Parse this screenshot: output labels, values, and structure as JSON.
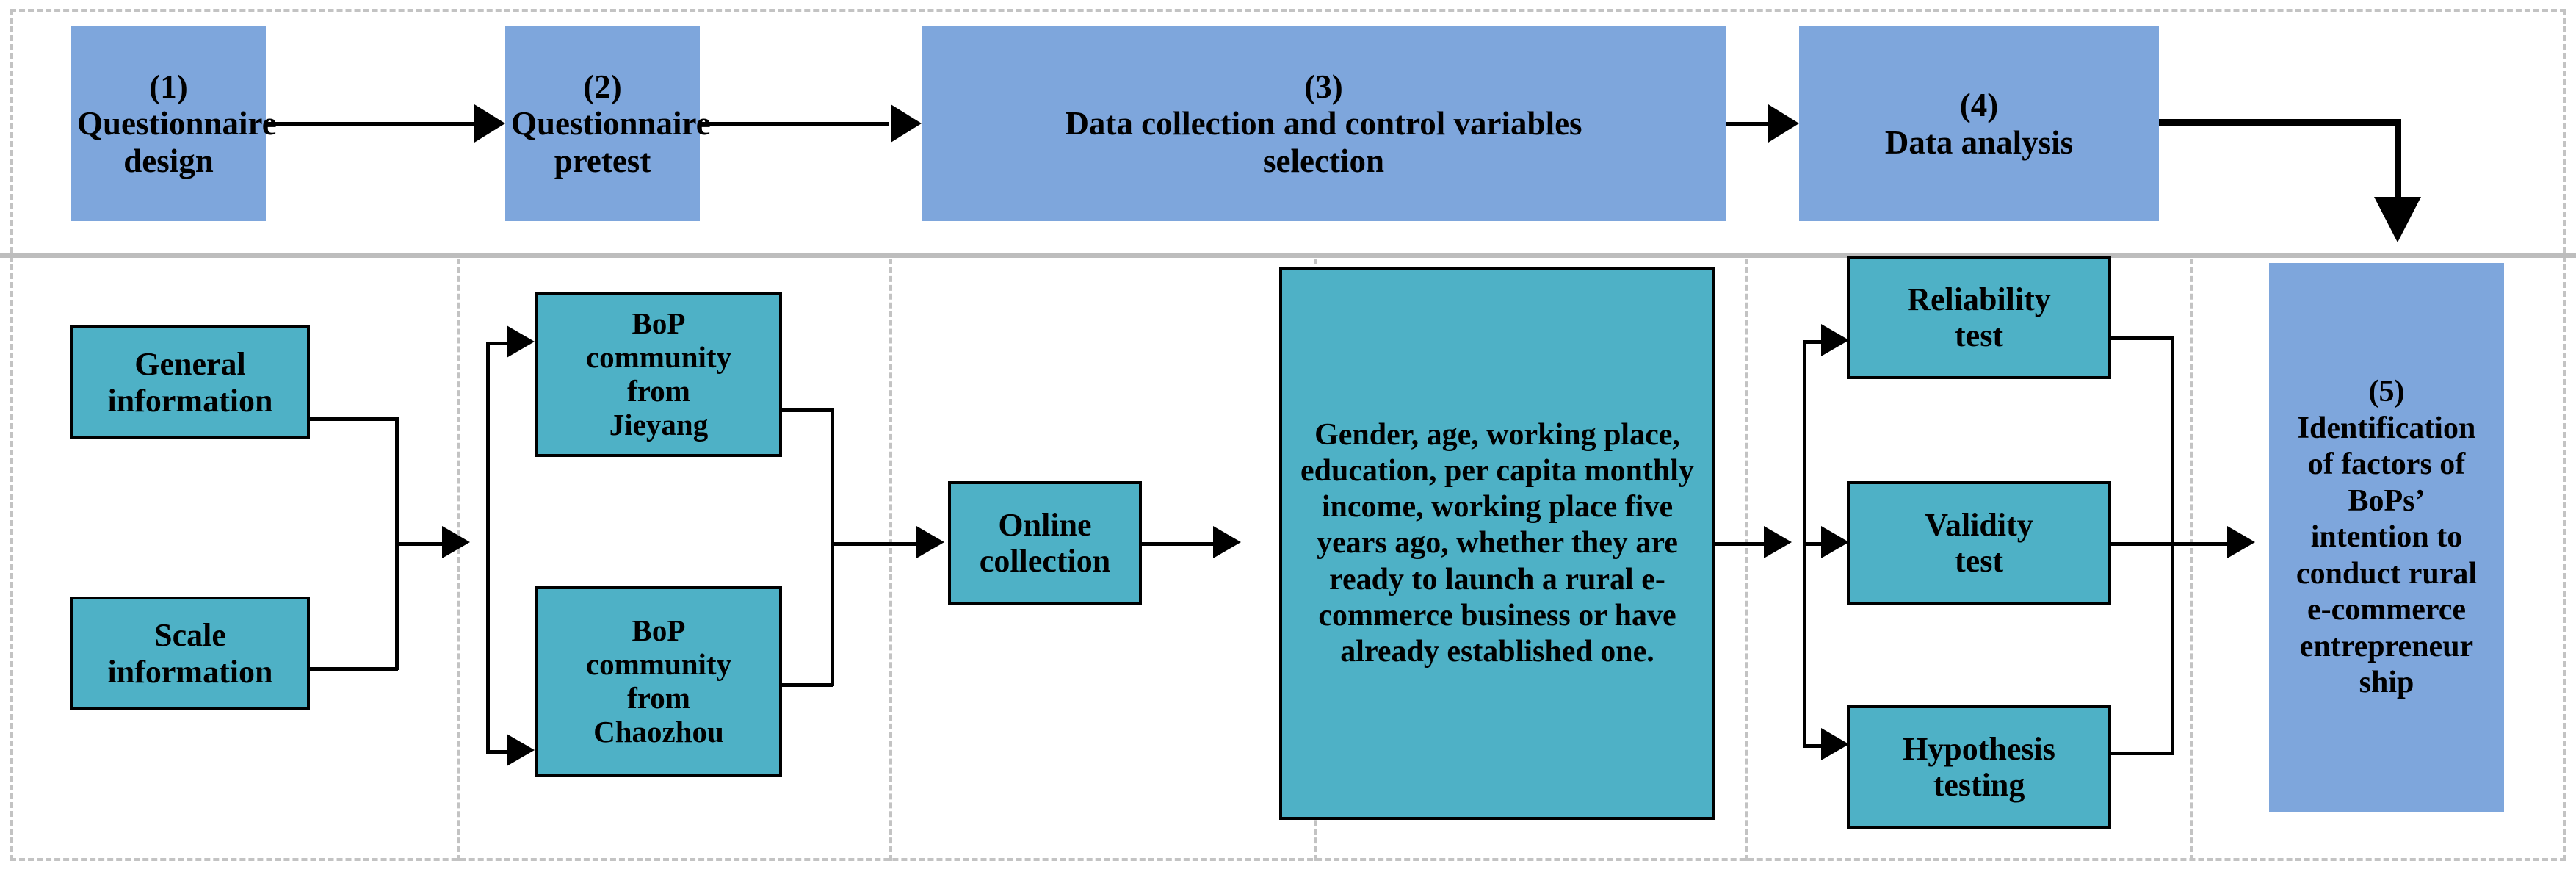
{
  "figure": {
    "type": "flowchart",
    "orientation": "left-to-right",
    "colors": {
      "stage_box": "#7EA6DC",
      "detail_box": "#4EB1C6",
      "divider": "#c3c3c3",
      "separator": "#bdbdbd",
      "connector": "#000000",
      "text": "#000000"
    }
  },
  "top_row": {
    "steps": [
      {
        "number": "(1)",
        "label": "Questionnaire\ndesign"
      },
      {
        "number": "(2)",
        "label": "Questionnaire\npretest"
      },
      {
        "number": "(3)",
        "label": "Data collection and control variables\nselection"
      },
      {
        "number": "(4)",
        "label": "Data analysis"
      }
    ]
  },
  "bottom_row": {
    "column1": [
      {
        "label": "General\ninformation"
      },
      {
        "label": "Scale\ninformation"
      }
    ],
    "column2": [
      {
        "label": "BoP\ncommunity\nfrom\nJieyang"
      },
      {
        "label": "BoP\ncommunity\nfrom\nChaozhou"
      }
    ],
    "column3": [
      {
        "label": "Online\ncollection"
      }
    ],
    "column4": [
      {
        "label": "Gender, age, working place, education, per capita monthly income, working place five years ago, whether they are ready to launch a rural e-commerce business or have already established one."
      }
    ],
    "column5": [
      {
        "label": "Reliability\ntest"
      },
      {
        "label": "Validity\ntest"
      },
      {
        "label": "Hypothesis\ntesting"
      }
    ],
    "column6": [
      {
        "number": "(5)",
        "label": "Identification\nof factors of\nBoPs’\nintention to\nconduct rural\ne-commerce\nentrepreneur\nship"
      }
    ]
  }
}
